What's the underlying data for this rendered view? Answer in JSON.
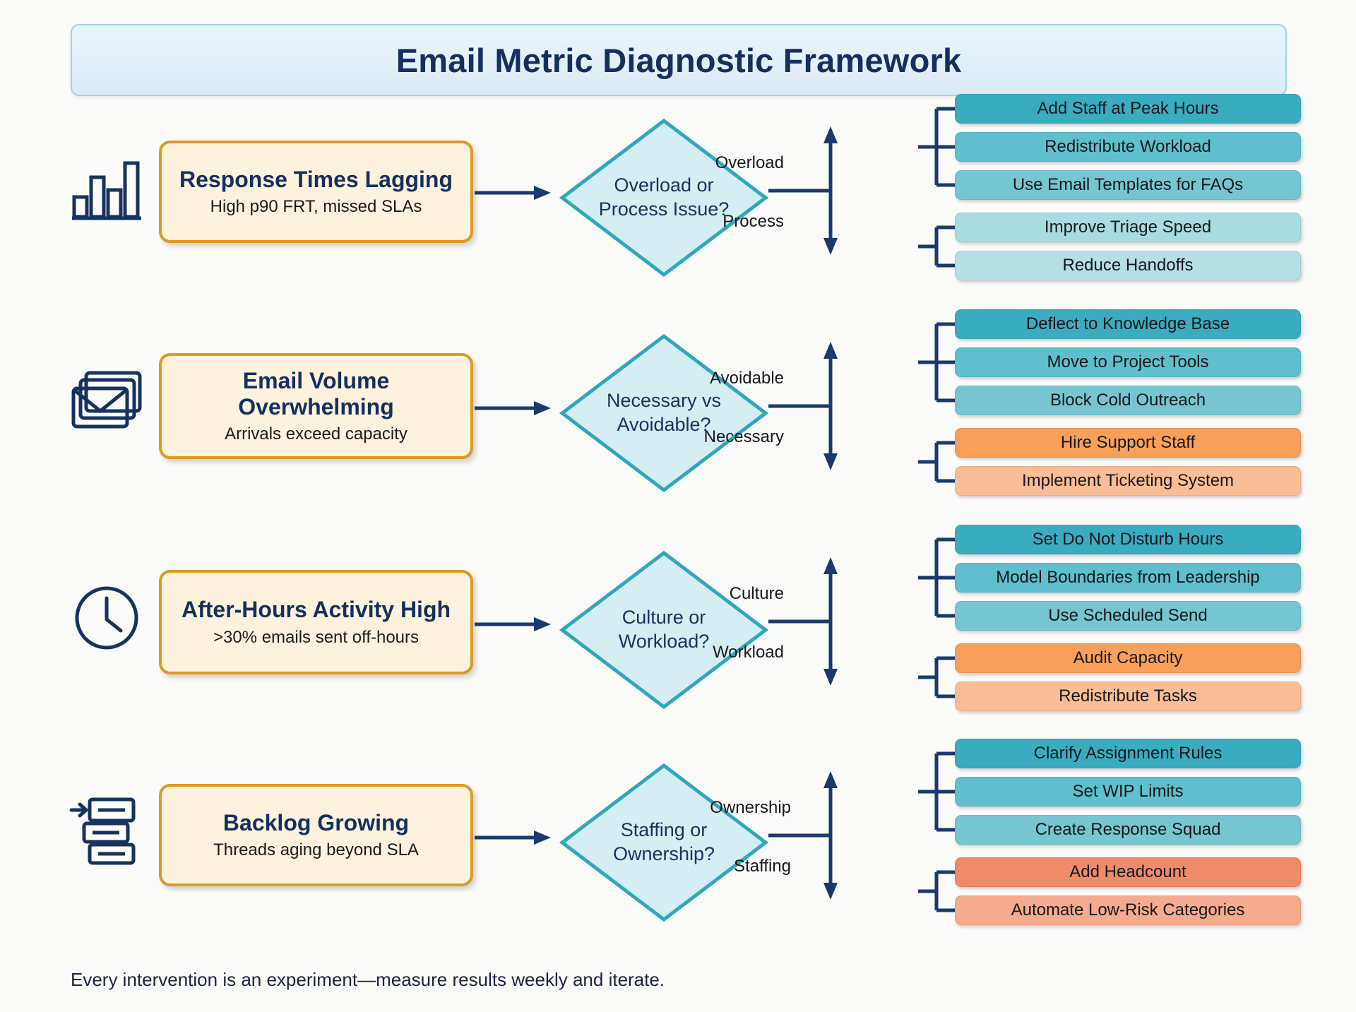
{
  "title": "Email Metric Diagnostic Framework",
  "footer": "Every intervention is an experiment—measure results weekly and iterate.",
  "colors": {
    "card_border": "#dd9a22",
    "card_fill": "#fdf2dd",
    "diamond_stroke": "#2fa7bd",
    "diamond_fill": "#d4eef3",
    "arrow": "#1b3a6b",
    "title_border": "#9fd3e0",
    "title_fill": "#e6f1fa",
    "teal_1": "#3aacc0",
    "teal_2": "#5fbfcd",
    "teal_3": "#76c6d2",
    "teal_4": "#a9dbe2",
    "teal_5": "#b6dfe5",
    "orange_1": "#f8a059",
    "orange_2": "#fbbd95",
    "orange_3": "#f08b6a",
    "orange_4": "#f6ab8e"
  },
  "rows": [
    {
      "icon": "bar-chart-icon",
      "problem_title": "Response Times Lagging",
      "problem_subtitle": "High p90 FRT, missed SLAs",
      "decision_line1": "Overload or",
      "decision_line2": "Process Issue?",
      "branch_upper": "Overload",
      "branch_lower": "Process",
      "upper_actions": [
        {
          "label": "Add Staff at Peak Hours",
          "color": "#3aacc0"
        },
        {
          "label": "Redistribute Workload",
          "color": "#5fbfcd"
        },
        {
          "label": "Use Email Templates for FAQs",
          "color": "#76c6d2"
        }
      ],
      "lower_actions": [
        {
          "label": "Improve Triage Speed",
          "color": "#a9dbe2"
        },
        {
          "label": "Reduce Handoffs",
          "color": "#b6dfe5"
        }
      ]
    },
    {
      "icon": "envelopes-icon",
      "problem_title": "Email Volume Overwhelming",
      "problem_subtitle": "Arrivals exceed capacity",
      "decision_line1": "Necessary vs",
      "decision_line2": "Avoidable?",
      "branch_upper": "Avoidable",
      "branch_lower": "Necessary",
      "upper_actions": [
        {
          "label": "Deflect to Knowledge Base",
          "color": "#3aacc0"
        },
        {
          "label": "Move to Project Tools",
          "color": "#5fbfcd"
        },
        {
          "label": "Block Cold Outreach",
          "color": "#76c6d2"
        }
      ],
      "lower_actions": [
        {
          "label": "Hire Support Staff",
          "color": "#f8a059"
        },
        {
          "label": "Implement Ticketing System",
          "color": "#fbbd95"
        }
      ]
    },
    {
      "icon": "clock-icon",
      "problem_title": "After-Hours Activity High",
      "problem_subtitle": ">30% emails sent off-hours",
      "decision_line1": "Culture or",
      "decision_line2": "Workload?",
      "branch_upper": "Culture",
      "branch_lower": "Workload",
      "upper_actions": [
        {
          "label": "Set Do Not Disturb Hours",
          "color": "#3aacc0"
        },
        {
          "label": "Model Boundaries from Leadership",
          "color": "#5fbfcd"
        },
        {
          "label": "Use Scheduled Send",
          "color": "#76c6d2"
        }
      ],
      "lower_actions": [
        {
          "label": "Audit Capacity",
          "color": "#f8a059"
        },
        {
          "label": "Redistribute Tasks",
          "color": "#fbbd95"
        }
      ]
    },
    {
      "icon": "backlog-queue-icon",
      "problem_title": "Backlog Growing",
      "problem_subtitle": "Threads aging beyond SLA",
      "decision_line1": "Staffing or",
      "decision_line2": "Ownership?",
      "branch_upper": "Ownership",
      "branch_lower": "Staffing",
      "upper_actions": [
        {
          "label": "Clarify Assignment Rules",
          "color": "#3aacc0"
        },
        {
          "label": "Set WIP Limits",
          "color": "#5fbfcd"
        },
        {
          "label": "Create Response Squad",
          "color": "#76c6d2"
        }
      ],
      "lower_actions": [
        {
          "label": "Add Headcount",
          "color": "#f08b6a"
        },
        {
          "label": "Automate Low-Risk Categories",
          "color": "#f6ab8e"
        }
      ]
    }
  ]
}
